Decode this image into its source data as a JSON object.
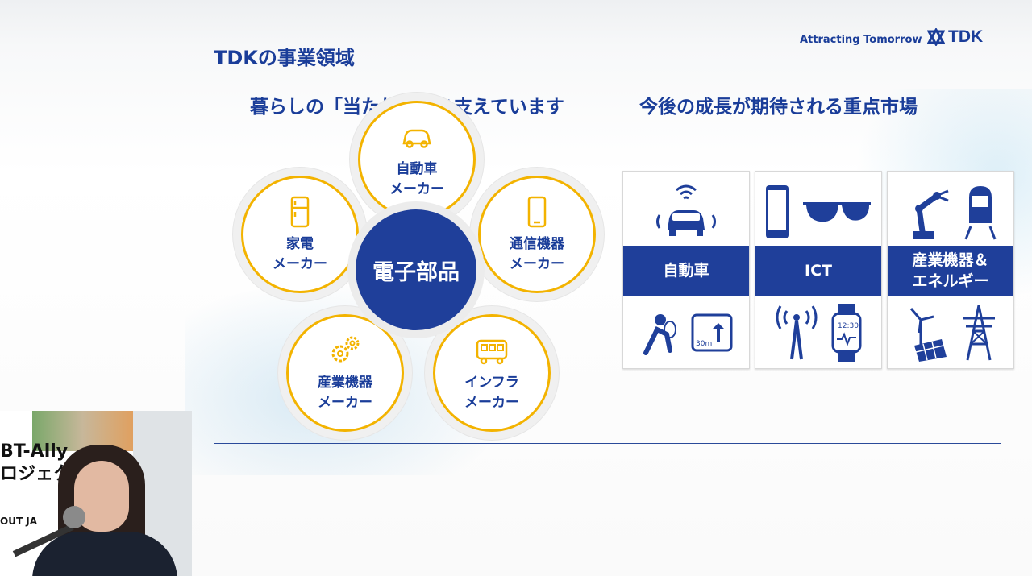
{
  "slide": {
    "title": "TDKの事業領域",
    "tagline": "Attracting Tomorrow",
    "logo_text": "TDK",
    "left_heading": "暮らしの「当たり前」を支えています",
    "right_heading": "今後の成長が期待される重点市場",
    "center_label": "電子部品",
    "petals": [
      {
        "icon": "car-icon",
        "line1": "自動車",
        "line2": "メーカー"
      },
      {
        "icon": "smartphone-icon",
        "line1": "通信機器",
        "line2": "メーカー"
      },
      {
        "icon": "bus-icon",
        "line1": "インフラ",
        "line2": "メーカー"
      },
      {
        "icon": "gears-icon",
        "line1": "産業機器",
        "line2": "メーカー"
      },
      {
        "icon": "refrigerator-icon",
        "line1": "家電",
        "line2": "メーカー"
      }
    ],
    "markets": [
      {
        "label": "自動車",
        "top_icons": [
          "connected-car-icon"
        ],
        "bottom_icons": [
          "airbag-icon",
          "navigation-icon"
        ]
      },
      {
        "label": "ICT",
        "top_icons": [
          "smartphone-icon",
          "smart-glasses-icon"
        ],
        "bottom_icons": [
          "antenna-tower-icon",
          "smartwatch-icon"
        ]
      },
      {
        "label_line1": "産業機器＆",
        "label_line2": "エネルギー",
        "top_icons": [
          "robot-arm-icon",
          "train-icon"
        ],
        "bottom_icons": [
          "wind-solar-icon",
          "power-tower-icon"
        ]
      }
    ],
    "watch_time": "12:30",
    "nav_distance": "30m"
  },
  "webcam": {
    "poster_line1": "BT-Ally",
    "poster_line2": "ロジェク",
    "poster_line3": "OUT JA"
  },
  "colors": {
    "brand_blue": "#1f3f9a",
    "accent_yellow": "#f3b300"
  }
}
